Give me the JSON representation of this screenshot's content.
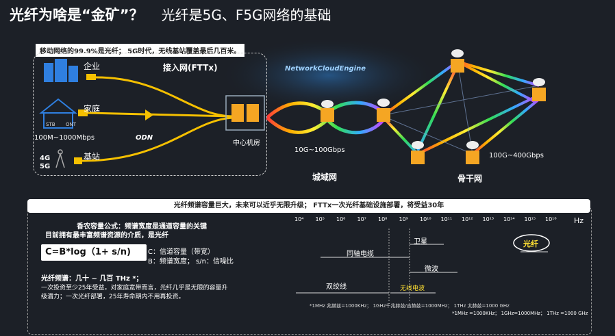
{
  "title": {
    "main": "光纤为啥是“金矿”？",
    "sub": "光纤是5G、F5G网络的基础"
  },
  "top": {
    "note": "移动网络的99.9%是光纤； 5G时代，无线基站覆盖最后几百米。",
    "access_label": "接入网(FTTx)",
    "enterprise": "企业",
    "home": "家庭",
    "stb": "STB",
    "ont": "ONT",
    "speed_access": "100M~1000Mbps",
    "odn": "ODN",
    "bs_4g": "4G",
    "bs_5g": "5G",
    "base_station": "基站",
    "center_room": "中心机房",
    "network_cloud": "NetworkCloudEngine",
    "speed_metro": "10G~100Gbps",
    "metro": "城域网",
    "speed_backbone": "100G~400Gbps",
    "backbone": "骨干网"
  },
  "bottom": {
    "banner": "光纤频谱容量巨大，未来可以近乎无限升级；    FTTx一次光纤基础设施部署，将受益30年",
    "shannon_title": "香农容量公式：频谱宽度是通道容量的关键",
    "shannon_sub": "目前拥有最丰富频谱资源的介质，是光纤",
    "formula": "C=B*log（1+ s/n)",
    "c_def": "C：信道容量（带宽）",
    "b_def": "B：频谱宽度；    s/n：信噪比",
    "fiber_spectrum": "光纤频谱：几十 ~ 几百 THz *；",
    "fiber_desc_1": "一次投资至少25年受益，对家庭宽带而言，光纤几乎是无限的容量升",
    "fiber_desc_2": "级潜力；一次光纤部署，25年寿命期内不用再投资。",
    "freq_ticks": [
      "10⁴",
      "10⁵",
      "10⁶",
      "10⁷",
      "10⁸",
      "10⁹",
      "10¹⁰",
      "10¹¹",
      "10¹²",
      "10¹³",
      "10¹⁴",
      "10¹⁵",
      "10¹⁶"
    ],
    "hz": "Hz",
    "satellite": "卫星",
    "coax": "同轴电缆",
    "microwave": "微波",
    "twisted": "双绞线",
    "radio": "无线电波",
    "fiber": "光纤",
    "footnote_1": "*1MHz 兆赫兹=1000KHz；  1GHz千兆赫兹/吉赫兹=1000MHz；  1THz 太赫兹=1000 GHz",
    "footnote_2": "*1MHz =1000KHz；  1GHz=1000MHz；  1THz =1000 GHz"
  }
}
